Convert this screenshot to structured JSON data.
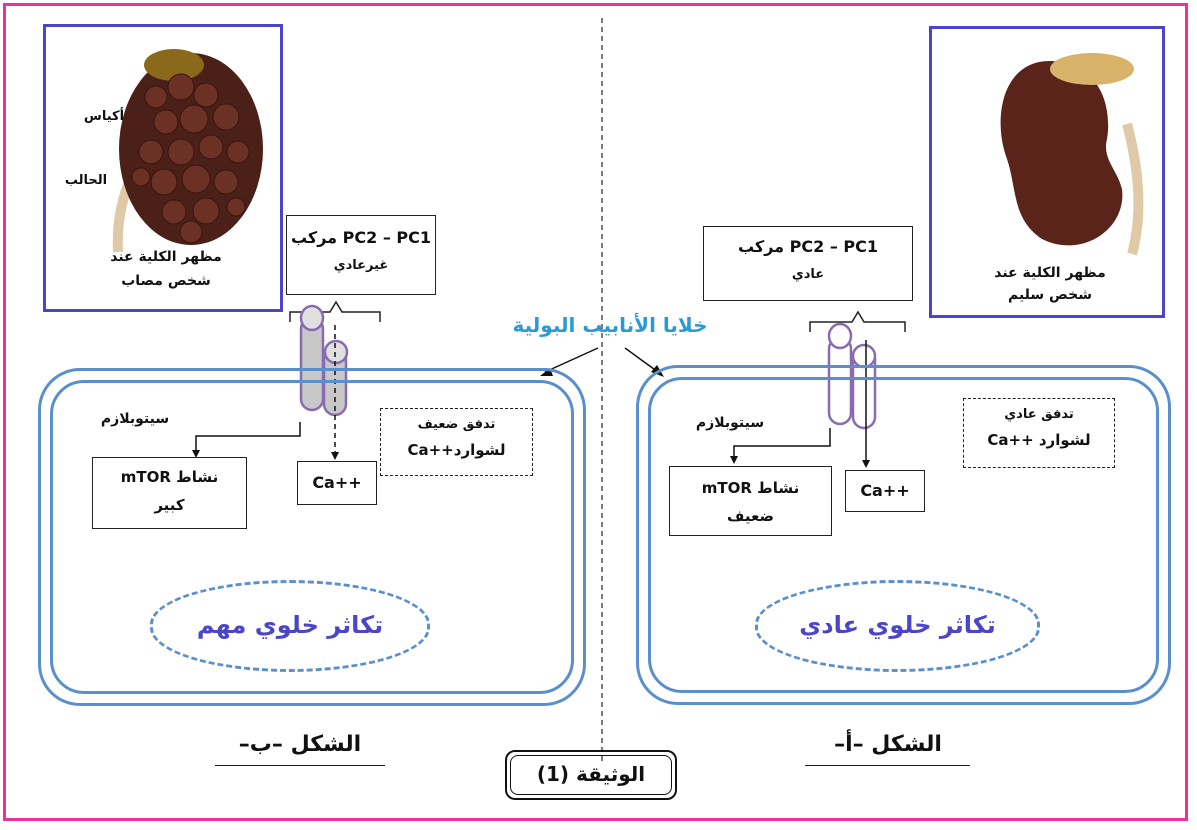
{
  "tubule_cells_label": "خلايا الأنابيب البولية",
  "document_title": "الوثيقة (1)",
  "figure_a": {
    "label": "الشكل –أ–",
    "kidney_caption_line1": "مظهر الكلية عند",
    "kidney_caption_line2": "شخص سليم",
    "complex_line1": "PC2 – PC1 مركب",
    "complex_line2": "عادي",
    "cytoplasm": "سيتوبلازم",
    "flow_line1": "تدفق عادي",
    "flow_line2": "لشوارد ++Ca",
    "mtor_line1": "نشاط mTOR",
    "mtor_line2": "ضعيف",
    "ca_label": "Ca++",
    "proliferation": "تكاثر خلوي عادي"
  },
  "figure_b": {
    "label": "الشكل –ب–",
    "kidney_caption_line1": "مظهر الكلية عند",
    "kidney_caption_line2": "شخص مصاب",
    "cysts_label": "أكياس",
    "ureter_label": "الحالب",
    "complex_line1": "PC2 – PC1 مركب",
    "complex_line2": "غيرعادي",
    "cytoplasm": "سيتوبلازم",
    "flow_line1": "تدفق ضعيف",
    "flow_line2": "لشوارد++Ca",
    "mtor_line1": "نشاط mTOR",
    "mtor_line2": "كبير",
    "ca_label": "Ca++",
    "proliferation": "تكاثر خلوي مهم"
  },
  "colors": {
    "frame": "#e8339a",
    "photo_border": "#4b46c9",
    "cell_membrane": "#5a8fce",
    "channel": "#8a6bb0",
    "title_blue": "#2a9ad6",
    "proliferation_text": "#4b46c9"
  }
}
